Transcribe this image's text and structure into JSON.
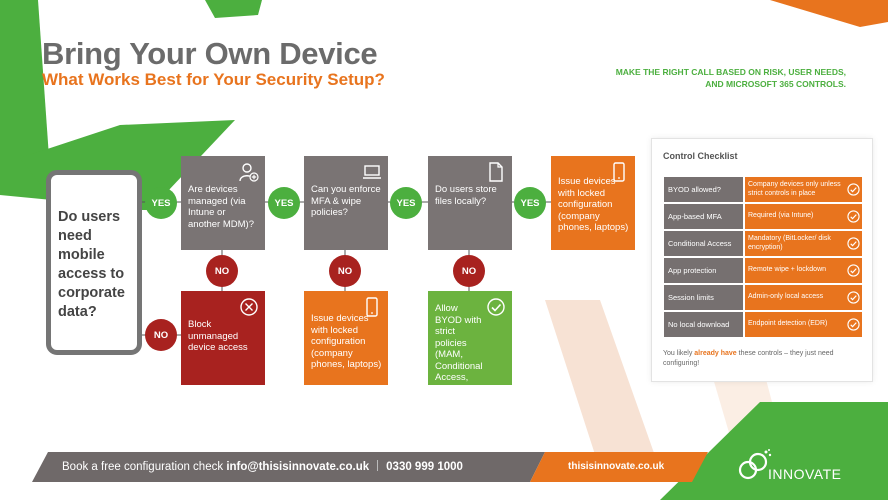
{
  "title": "Bring Your Own Device",
  "subtitle": "What Works Best for Your Security Setup?",
  "tagline": "MAKE THE RIGHT CALL BASED ON RISK, USER NEEDS, AND MICROSOFT 365 CONTROLS.",
  "colors": {
    "gray": "#7a7474",
    "orange": "#e8741e",
    "green": "#6cb33f",
    "red": "#a8221f",
    "pill_green": "#4caf3f"
  },
  "start_question": "Do users need mobile access to corporate data?",
  "yes": "YES",
  "no": "NO",
  "questions": [
    {
      "text": "Are devices managed (via Intune or another MDM)?",
      "icon": "user-add-icon"
    },
    {
      "text": "Can you enforce MFA & wipe policies?",
      "icon": "laptop-icon"
    },
    {
      "text": "Do users store files locally?",
      "icon": "document-icon"
    }
  ],
  "outcomes": {
    "block": {
      "text": "Block unmanaged device access",
      "icon": "x-circle-icon"
    },
    "issue_mid": {
      "text": "Issue devices with locked configuration (company phones, laptops)",
      "icon": "phone-icon"
    },
    "allow_byod": {
      "text": "Allow BYOD with strict policies (MAM, Conditional Access, wipe access)",
      "icon": "check-circle-icon"
    },
    "issue_end": {
      "text": "Issue devices with locked configuration (company phones, laptops)",
      "icon": "phone-icon"
    }
  },
  "checklist": {
    "title": "Control Checklist",
    "rows": [
      {
        "label": "BYOD allowed?",
        "value": "Company devices only unless strict controls in place"
      },
      {
        "label": "App-based MFA",
        "value": "Required (via Intune)"
      },
      {
        "label": "Conditional Access",
        "value": "Mandatory (BitLocker/ disk encryption)"
      },
      {
        "label": "App protection",
        "value": "Remote wipe + lockdown"
      },
      {
        "label": "Session limits",
        "value": "Admin-only local access"
      },
      {
        "label": "No local download",
        "value": "Endpoint detection (EDR)"
      }
    ],
    "footer_pre": "You likely ",
    "footer_bold": "already have",
    "footer_post": " these controls – they just need configuring!"
  },
  "footer": {
    "cta": "Book a free configuration check",
    "email": "info@thisisinnovate.co.uk",
    "phone": "0330 999 1000",
    "url": "thisisinnovate.co.uk",
    "brand": "INNOVATE"
  }
}
